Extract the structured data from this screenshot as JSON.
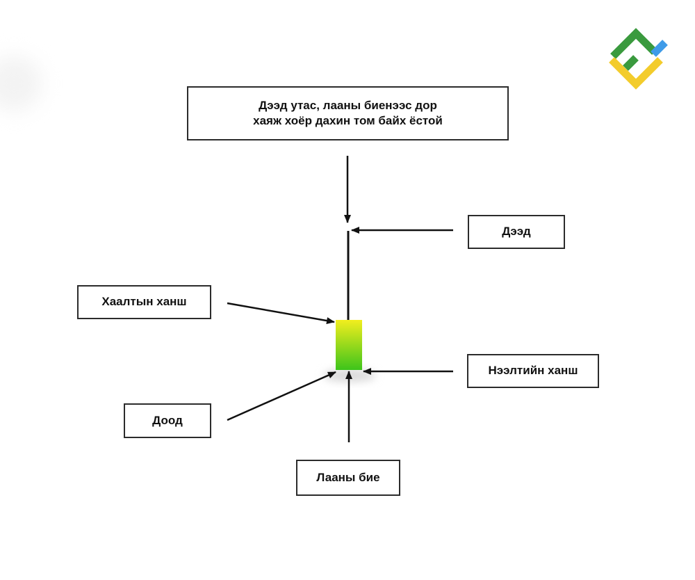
{
  "labels": {
    "upper_shadow_note_line1": "Дээд утас, лааны биенээс дор",
    "upper_shadow_note_line2": "хаяж хоёр дахин том байх ёстой",
    "high": "Дээд",
    "close": "Хаалтын ханш",
    "open": "Нээлтийн ханш",
    "low": "Доод",
    "body": "Лааны бие"
  },
  "colors": {
    "candle_top": "#f2ee1e",
    "candle_bottom": "#3dc41b",
    "line": "#111111",
    "box_border": "#2b2b2b",
    "logo_green": "#3a9a3e",
    "logo_yellow": "#f3cc2c",
    "logo_blue": "#3f9be8"
  },
  "logo": {
    "icon": "brand-logo-icon"
  }
}
